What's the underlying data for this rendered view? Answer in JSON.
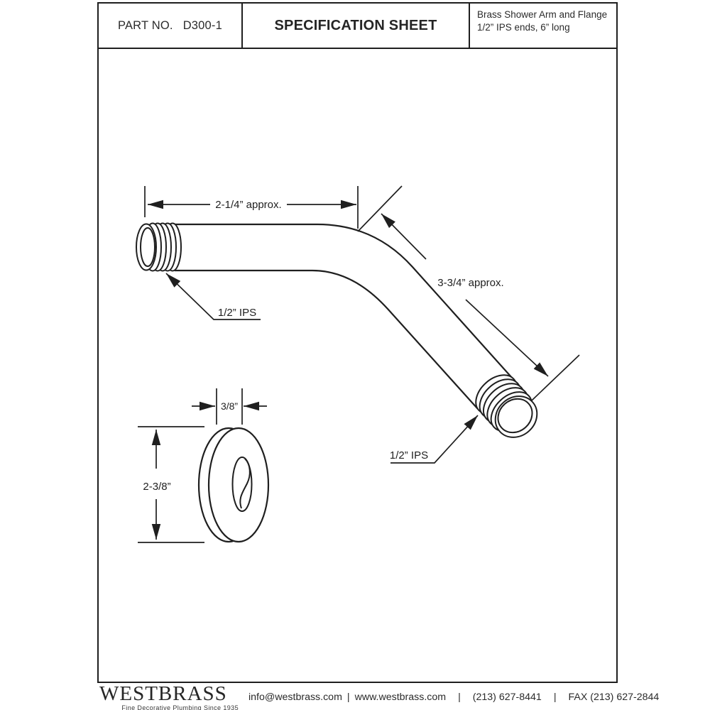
{
  "sheet": {
    "header": {
      "part_label": "PART NO.",
      "part_number": "D300-1",
      "title": "SPECIFICATION SHEET",
      "description_line1": "Brass Shower Arm and Flange",
      "description_line2": "1/2” IPS ends, 6” long"
    },
    "drawing": {
      "dim_horizontal": "2-1/4” approx.",
      "dim_diagonal": "3-3/4” approx.",
      "label_upper_thread": "1/2” IPS",
      "label_lower_thread": "1/2” IPS",
      "flange_dim_thickness": "3/8”",
      "flange_dim_diameter": "2-3/8”"
    },
    "footer": {
      "brand": "WESTBRASS",
      "tagline": "Fine Decorative Plumbing Since 1935",
      "email": "info@westbrass.com",
      "website": "www.westbrass.com",
      "phone": "(213) 627-8441",
      "fax": "FAX (213) 627-2844",
      "separator": "|"
    },
    "colors": {
      "ink": "#1f1f1f",
      "background": "#ffffff"
    }
  }
}
